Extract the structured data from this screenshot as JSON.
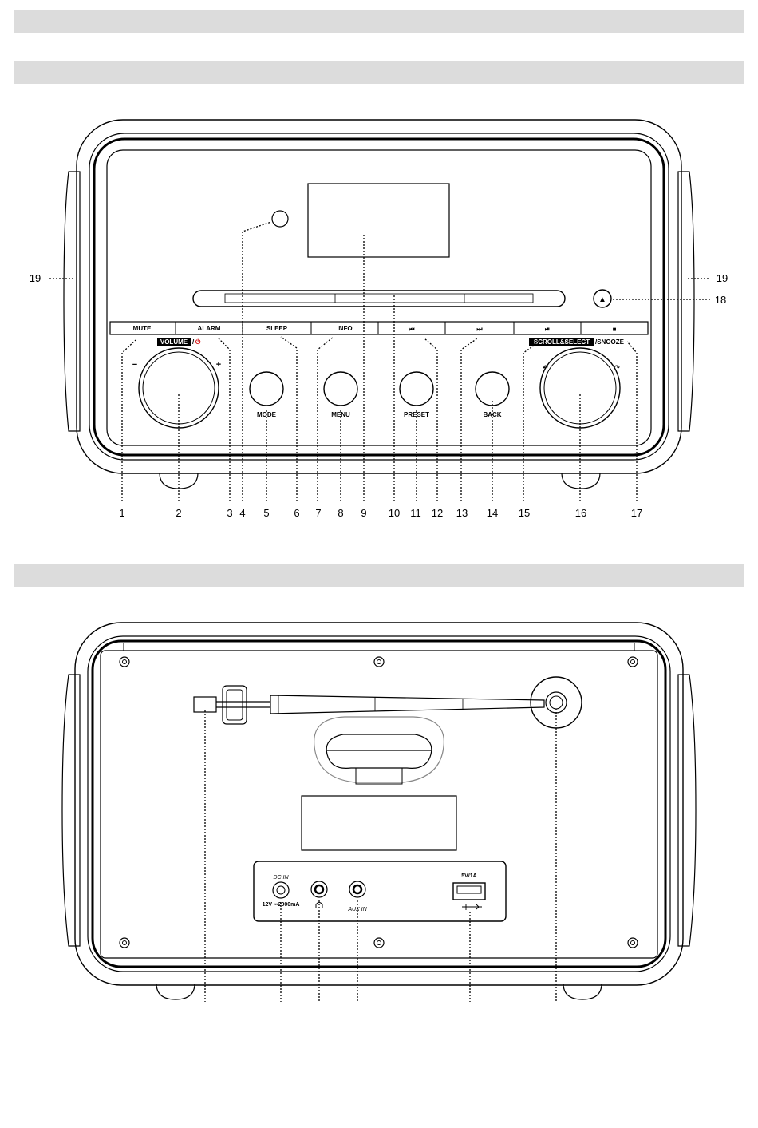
{
  "front": {
    "strip_labels": {
      "mute": "MUTE",
      "alarm": "ALARM",
      "sleep": "SLEEP",
      "info": "INFO",
      "prev": "⏮",
      "next": "⏭",
      "play_pause": "⏯",
      "stop": "■"
    },
    "volume_label": "VOLUME",
    "power_symbol": "⏻",
    "scroll_select_label": "SCROLL&SELECT",
    "snooze_label": "/SNOOZE",
    "minus": "−",
    "plus": "+",
    "buttons": {
      "mode": "MODE",
      "menu": "MENU",
      "preset": "PRESET",
      "back": "BACK"
    },
    "eject_symbol": "▲",
    "callouts": [
      "1",
      "2",
      "3",
      "4",
      "5",
      "6",
      "7",
      "8",
      "9",
      "10",
      "11",
      "12",
      "13",
      "14",
      "15",
      "16",
      "17"
    ],
    "callout_18": "18",
    "callout_19": "19"
  },
  "rear": {
    "dc_in": "DC IN",
    "dc_rating": "12V ⎓2000mA",
    "aux_in": "AUX IN",
    "usb_rating": "5V/1A"
  }
}
